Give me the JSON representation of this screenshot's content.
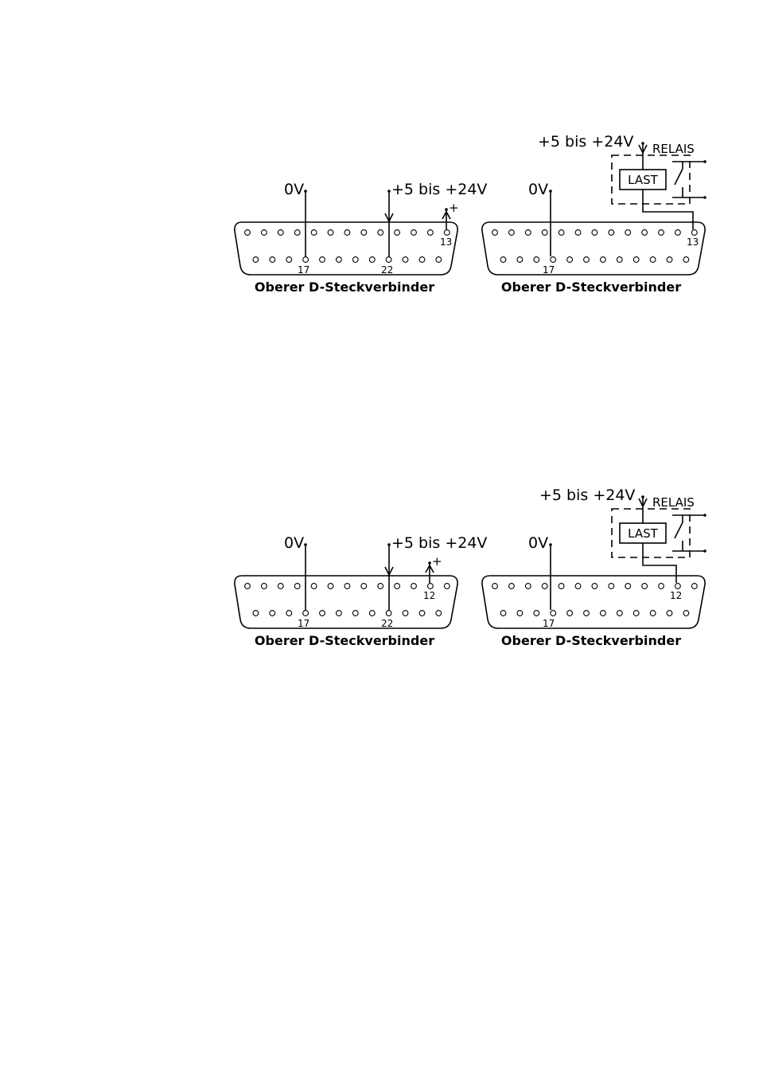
{
  "diagrams": [
    {
      "left": {
        "ground_label": "0V",
        "supply_label": "+5 bis +24V",
        "plus_sign": "+",
        "pin_ground": "17",
        "pin_supply": "22",
        "pin_output": "13",
        "caption": "Oberer D-Steckverbinder"
      },
      "right": {
        "supply_label": "+5 bis +24V",
        "relay_label": "RELAIS",
        "load_label": "LAST",
        "ground_label": "0V",
        "pin_ground": "17",
        "pin_output": "13",
        "caption": "Oberer D-Steckverbinder"
      }
    },
    {
      "left": {
        "ground_label": "0V",
        "supply_label": "+5 bis +24V",
        "plus_sign": "+",
        "pin_ground": "17",
        "pin_supply": "22",
        "pin_output": "12",
        "caption": "Oberer D-Steckverbinder"
      },
      "right": {
        "supply_label": "+5 bis +24V",
        "relay_label": "RELAIS",
        "load_label": "LAST",
        "ground_label": "0V",
        "pin_ground": "17",
        "pin_output": "12",
        "caption": "Oberer D-Steckverbinder"
      }
    }
  ]
}
